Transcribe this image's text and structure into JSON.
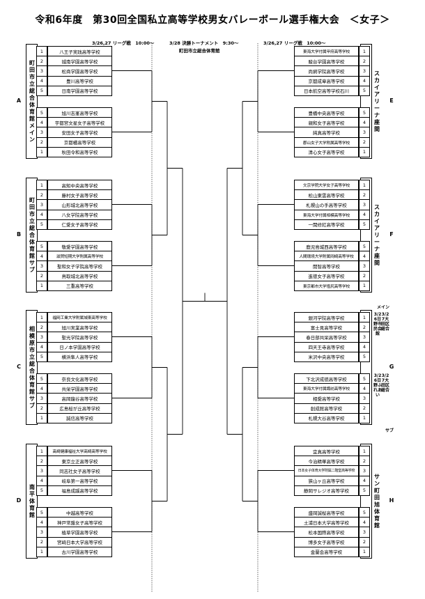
{
  "title": "令和6年度　第30回全国私立高等学校男女バレーボール選手権大会　＜女子＞",
  "headers": {
    "left": "3/26,27 リーグ戦　10:00～",
    "center": "3/28 決勝トーナメント　9:30～",
    "center_venue": "町田市立総合体育館",
    "right": "3/26,27 リーグ戦　10:00～"
  },
  "pools": {
    "A": {
      "letter": "A",
      "venue": "町田市立総合体育館メイン",
      "top": [
        "八王子実践高等学校",
        "城南学園高等学校",
        "松商学園高等学校",
        "豊川高等学校",
        "日南学園高等学校"
      ],
      "bottom": [
        "旭川志峯高等学校",
        "宇都宮文星女子高等学校",
        "安田女子高等学校",
        "京都橘高等学校",
        "秋田令和高等学校"
      ]
    },
    "B": {
      "letter": "B",
      "venue": "町田市立総合体育館サブ",
      "top": [
        "高知中央高等学校",
        "藤村女子高等学校",
        "山形城北高等学校",
        "八女学院高等学校",
        "仁愛女子高等学校"
      ],
      "bottom": [
        "敬愛学園高等学校",
        "滋賀短期大学附属高等学校",
        "聖和女子学院高等学校",
        "鳥取城北高等学校",
        "三重高等学校"
      ]
    },
    "C": {
      "letter": "C",
      "venue": "相模原市立総合体育館サブ",
      "top": [
        "福岡工業大学附属城東高等学校",
        "旭川実業高等学校",
        "聖光学院高等学校",
        "日ノ本学園高等学校",
        "横浜隼人高等学校"
      ],
      "bottom": [
        "奈良文化高等学校",
        "共栄学園高等学校",
        "高岡龍谷高等学校",
        "広島桜が丘高等学校",
        "誠信高等学校"
      ]
    },
    "D": {
      "letter": "D",
      "venue": "南平体育館",
      "top": [
        "高崎健康福祉大学高崎高等学校",
        "東京立正高等学校",
        "同志社女子高等学校",
        "岐阜第一高等学校",
        "福島成蹊高等学校"
      ],
      "bottom": [
        "中越高等学校",
        "神戸常盤女子高等学校",
        "植草学園高等学校",
        "宮崎日本大学高等学校",
        "古川学園高等学校"
      ]
    },
    "E": {
      "letter": "E",
      "venue": "スカイアリーナ座間",
      "top": [
        "東海大学付属甲府高等学校",
        "駿台学園高等学校",
        "尚絅学院高等学校",
        "京都成章高等学校",
        "日本航空高等学校石川"
      ],
      "bottom": [
        "豊橋中央高等学校",
        "親和女子高等学校",
        "純真高等学校",
        "郡山女子大学附属高等学校",
        "清心女子高等学校"
      ]
    },
    "F": {
      "letter": "F",
      "venue": "スカイアリーナ座間",
      "top": [
        "文京学院大学女子高等学校",
        "松山東雲高等学校",
        "札幌山の手高等学校",
        "東海大学付属相模高等学校",
        "一関修紅高等学校"
      ],
      "bottom": [
        "鹿児島城西高等学校",
        "人間環境大学附属岡崎高等学校",
        "開智高等学校",
        "進徳女子高等学校",
        "東京都市大学塩尻高等学校"
      ]
    },
    "G": {
      "letter": "G",
      "venue_top": "3/26日野市民会館",
      "venue_top2": "3/27大田区総合",
      "venue_bottom": "3/26日野ふれあい",
      "venue_bottom2": "3/27大田区総合",
      "label_main": "メイン",
      "label_sub": "サブ",
      "top": [
        "銀河学院高等学校",
        "富士見高等学校",
        "春日部共栄高等学校",
        "四天王寺高等学校",
        "米沢中央高等学校"
      ],
      "bottom": [
        "下北沢成徳高等学校",
        "東海大学付属諏訪高等学校",
        "相愛高等学校",
        "創成館高等学校",
        "札幌大谷高等学校"
      ]
    },
    "H": {
      "letter": "H",
      "venue": "サン町田旭体育館",
      "top": [
        "宜真高等学校",
        "今治精華高等学校",
        "日本女子体育大学附属二階堂高等学校",
        "狭山ヶ丘高等学校",
        "静岡サレジオ高等学校"
      ],
      "bottom": [
        "盛岡誠桜高等学校",
        "土浦日本大学高等学校",
        "松本国際高等学校",
        "博多女子高等学校",
        "金蘭会高等学校"
      ]
    }
  },
  "pool_numbers": {
    "top": [
      "1",
      "2",
      "3",
      "4",
      "5"
    ],
    "bottom": [
      "5",
      "4",
      "3",
      "2",
      "1"
    ]
  }
}
